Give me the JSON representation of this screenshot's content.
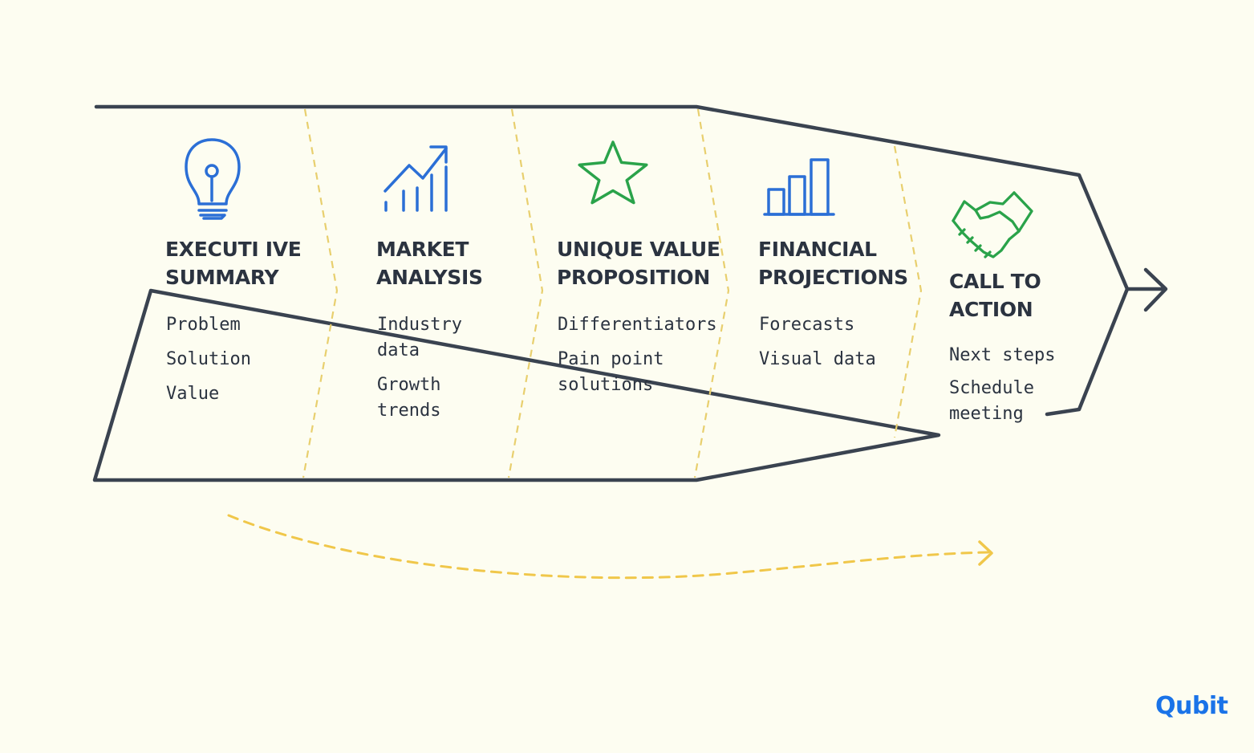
{
  "stages": [
    {
      "title": "EXECUTI IVE\nSUMMARY",
      "icon": "lightbulb-icon",
      "color": "#2b6fd6",
      "items": [
        "Problem",
        "Solution",
        "Value"
      ]
    },
    {
      "title": "MARKET\nANALYSIS",
      "icon": "trending-up-chart-icon",
      "color": "#2b6fd6",
      "items": [
        "Industry\ndata",
        "Growth\ntrends"
      ]
    },
    {
      "title": "UNIQUE VALUE\nPROPOSITION",
      "icon": "star-icon",
      "color": "#2aa34a",
      "items": [
        "Differentiators",
        "Pain point\nsolutions"
      ]
    },
    {
      "title": "FINANCIAL\nPROJECTIONS",
      "icon": "bar-chart-icon",
      "color": "#2b6fd6",
      "items": [
        "Forecasts",
        "Visual data"
      ]
    },
    {
      "title": "CALL TO\nACTION",
      "icon": "handshake-icon",
      "color": "#2aa34a",
      "items": [
        "Next steps",
        "Schedule\nmeeting"
      ]
    }
  ],
  "logo": {
    "text": "Qubit"
  },
  "colors": {
    "outline": "#3a4350",
    "divider": "#e8cf6e",
    "flow_arrow": "#f0c74a",
    "background": "#fdfdf1"
  }
}
